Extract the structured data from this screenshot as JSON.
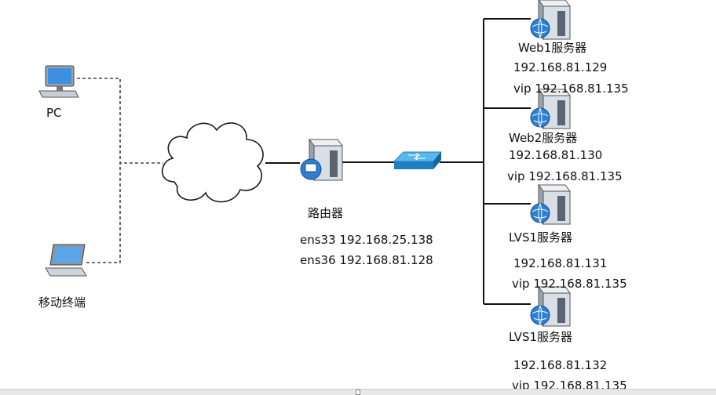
{
  "colors": {
    "line": "#111111",
    "dashed_line": "#444444",
    "cloud_stroke": "#1a1a1a",
    "switch_top": "#5ab7e8",
    "switch_side": "#1f7fc3",
    "server_body": "#d9dfe6",
    "server_dark": "#5b6470",
    "globe": "#2d7fd3",
    "pc_screen": "#3d8fe0",
    "laptop_screen": "#5aa5e8"
  },
  "nodes": {
    "pc": {
      "label": "PC",
      "icon": "desktop-pc-icon"
    },
    "mobile": {
      "label": "移动终端",
      "icon": "laptop-icon"
    },
    "cloud": {
      "icon": "cloud-icon"
    },
    "router": {
      "label": "路由器",
      "icon": "router-server-icon",
      "ip_lines": [
        "ens33 192.168.25.138",
        "ens36 192.168.81.128"
      ]
    },
    "switch": {
      "icon": "switch-icon"
    },
    "servers": [
      {
        "name": "Web1服务器",
        "ip": "192.168.81.129",
        "vip": "vip 192.168.81.135",
        "icon": "web-server-icon"
      },
      {
        "name": "Web2服务器",
        "ip": "192.168.81.130",
        "vip": "vip 192.168.81.135",
        "icon": "web-server-icon"
      },
      {
        "name": "LVS1服务器",
        "ip": "192.168.81.131",
        "vip": "vip 192.168.81.135",
        "icon": "web-server-icon"
      },
      {
        "name": "LVS1服务器",
        "ip": "192.168.81.132",
        "vip": "vip  192.168.81.135",
        "icon": "web-server-icon"
      }
    ]
  }
}
